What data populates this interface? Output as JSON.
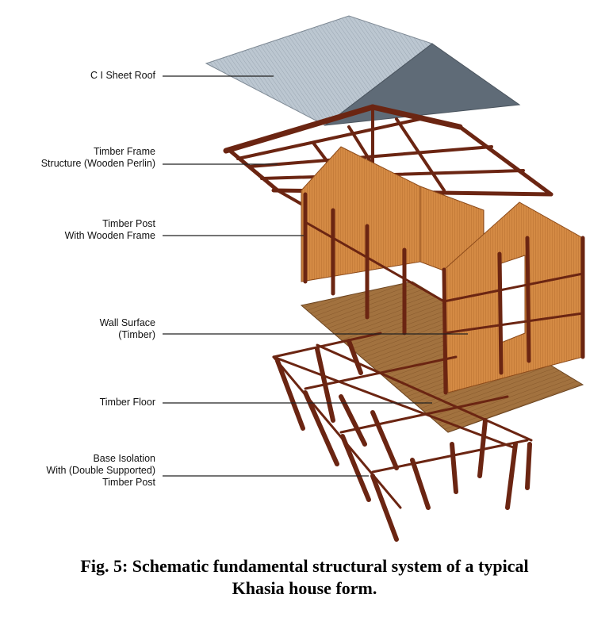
{
  "labels": {
    "roof": [
      "C I Sheet Roof"
    ],
    "frame": [
      "Timber Frame",
      "Structure (Wooden Perlin)"
    ],
    "post": [
      "Timber Post",
      "With Wooden Frame"
    ],
    "wall": [
      "Wall Surface",
      "(Timber)"
    ],
    "floor": [
      "Timber Floor"
    ],
    "base": [
      "Base Isolation",
      "With (Double Supported)",
      "Timber Post"
    ]
  },
  "caption": {
    "line1": "Fig. 5: Schematic fundamental structural system of a typical",
    "line2": "Khasia house form."
  },
  "colors": {
    "roof_sheet": "#b9c4ce",
    "roof_shadow": "#5d6a76",
    "timber_dark": "#6b2512",
    "wall_orange": "#d9914a",
    "floor_brown": "#9a6a3c"
  }
}
